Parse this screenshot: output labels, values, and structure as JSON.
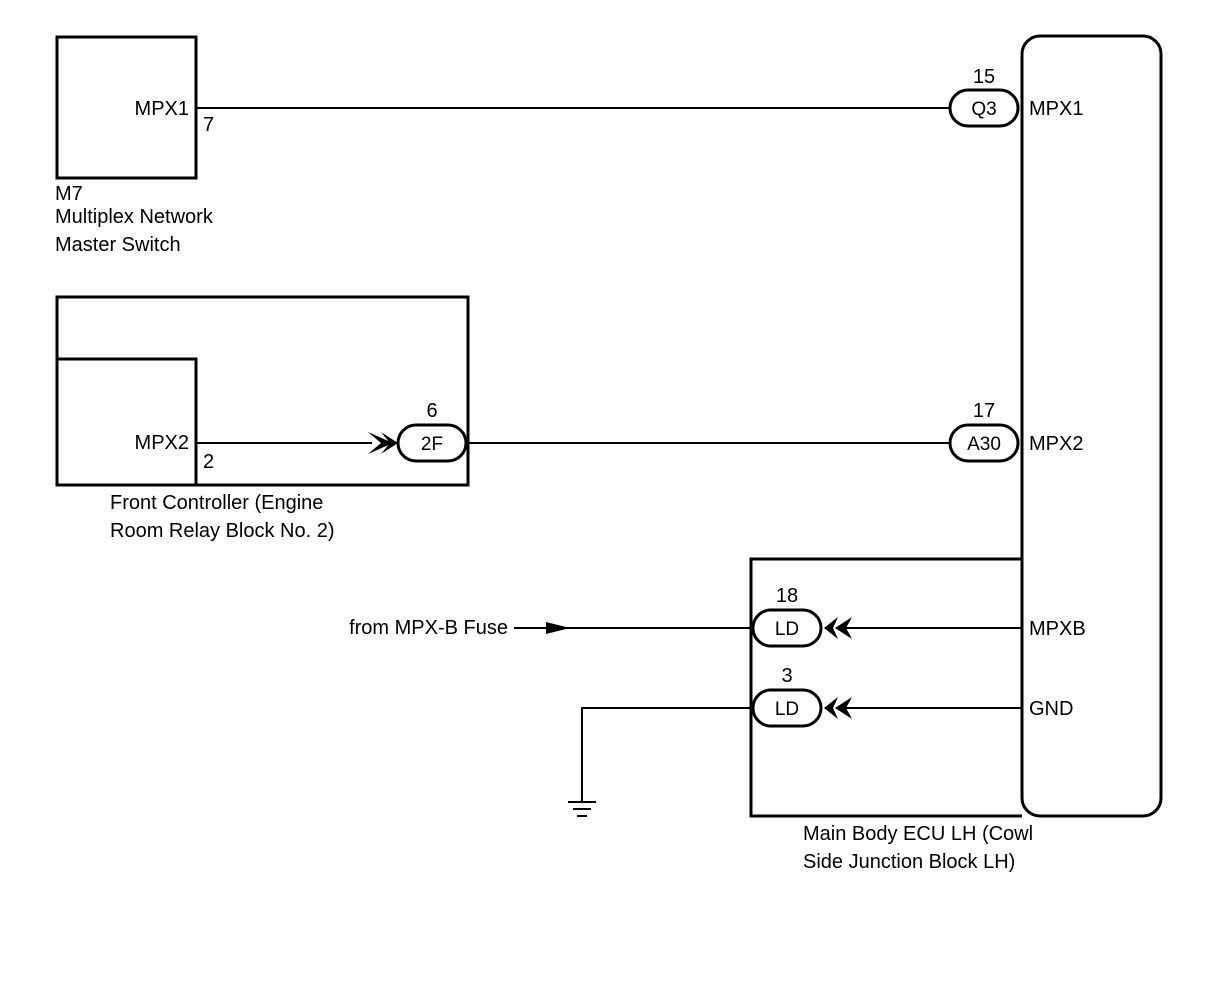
{
  "m7": {
    "code": "M7",
    "name_line1": "Multiplex Network",
    "name_line2": "Master Switch",
    "terminal_name": "MPX1",
    "pin": "7"
  },
  "front_controller": {
    "name_line1": "Front Controller (Engine",
    "name_line2": "Room Relay Block No. 2)",
    "terminal_name": "MPX2",
    "pin": "2",
    "connector_code": "2F",
    "connector_pin": "6"
  },
  "ecu": {
    "name_line1": "Main Body ECU LH (Cowl",
    "name_line2": "Side Junction Block LH)",
    "terminals": {
      "mpx1": {
        "name": "MPX1",
        "connector": "Q3",
        "pin": "15"
      },
      "mpx2": {
        "name": "MPX2",
        "connector": "A30",
        "pin": "17"
      },
      "mpxb": {
        "name": "MPXB",
        "connector": "LD",
        "pin": "18"
      },
      "gnd": {
        "name": "GND",
        "connector": "LD",
        "pin": "3"
      }
    }
  },
  "fuse_label": "from MPX-B Fuse"
}
